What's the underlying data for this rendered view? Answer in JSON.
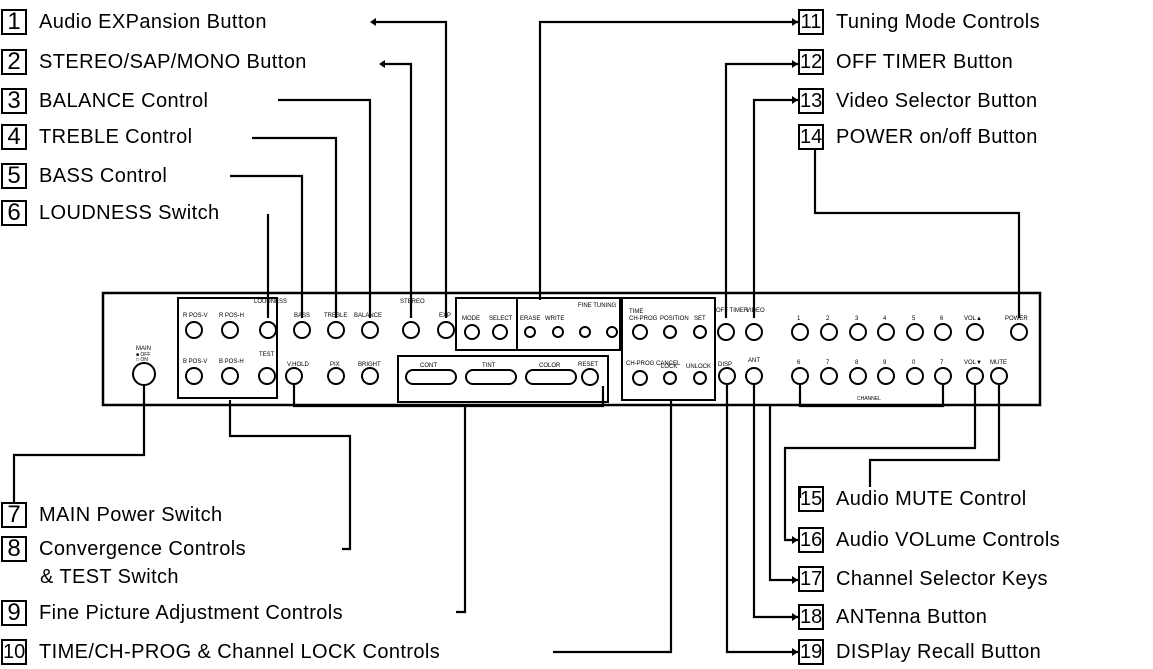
{
  "callouts_left": [
    {
      "n": "1",
      "label": "Audio EXPansion Button"
    },
    {
      "n": "2",
      "label": "STEREO/SAP/MONO Button"
    },
    {
      "n": "3",
      "label": "BALANCE Control"
    },
    {
      "n": "4",
      "label": "TREBLE Control"
    },
    {
      "n": "5",
      "label": "BASS Control"
    },
    {
      "n": "6",
      "label": "LOUDNESS Switch"
    },
    {
      "n": "7",
      "label": "MAIN Power Switch"
    },
    {
      "n": "8",
      "label": "Convergence Controls",
      "label2": "& TEST Switch"
    },
    {
      "n": "9",
      "label": "Fine Picture Adjustment Controls"
    },
    {
      "n": "10",
      "label": "TIME/CH-PROG & Channel LOCK Controls"
    }
  ],
  "callouts_right": [
    {
      "n": "11",
      "label": "Tuning Mode Controls"
    },
    {
      "n": "12",
      "label": "OFF TIMER Button"
    },
    {
      "n": "13",
      "label": "Video Selector Button"
    },
    {
      "n": "14",
      "label": "POWER on/off Button"
    },
    {
      "n": "15",
      "label": "Audio MUTE Control"
    },
    {
      "n": "16",
      "label": "Audio VOLume Controls"
    },
    {
      "n": "17",
      "label": "Channel Selector Keys"
    },
    {
      "n": "18",
      "label": "ANTenna Button"
    },
    {
      "n": "19",
      "label": "DISPlay Recall Button"
    }
  ],
  "panel": {
    "main": "MAIN",
    "main_off": "■ OFF",
    "main_on": "□ ON",
    "rposv": "R POS-V",
    "rposh": "R POS-H",
    "bposv": "B POS-V",
    "bposh": "B POS-H",
    "test": "TEST",
    "loudness": "LOUDNESS",
    "bass": "BASS",
    "treble": "TREBLE",
    "balance": "BALANCE",
    "stereo": "STEREO",
    "exp": "EXP",
    "mode": "MODE",
    "select": "SELECT",
    "erase": "ERASE",
    "write": "WRITE",
    "fine_tuning": "FINE TUNING",
    "time": "TIME",
    "chprog": "CH-PROG",
    "position": "POSITION",
    "set": "SET",
    "chprog_cancel": "CH-PROG CANCEL",
    "lock": "LOCK",
    "unlock": "UNLOCK",
    "off_timer": "OFF TIMER",
    "video": "VIDEO",
    "disp": "DISP",
    "ant": "ANT",
    "vhold": "V.HOLD",
    "pix": "PIX",
    "bright": "BRIGHT",
    "cont": "CONT",
    "tint": "TINT",
    "color": "COLOR",
    "reset": "RESET",
    "keys_top": [
      "1",
      "2",
      "3",
      "4",
      "5",
      "6"
    ],
    "keys_bottom": [
      "6",
      "7",
      "8",
      "9",
      "0",
      "7"
    ],
    "channel": "CHANNEL",
    "vol_up": "VOL▲",
    "vol_down": "VOL▼",
    "power": "POWER",
    "mute": "MUTE"
  }
}
